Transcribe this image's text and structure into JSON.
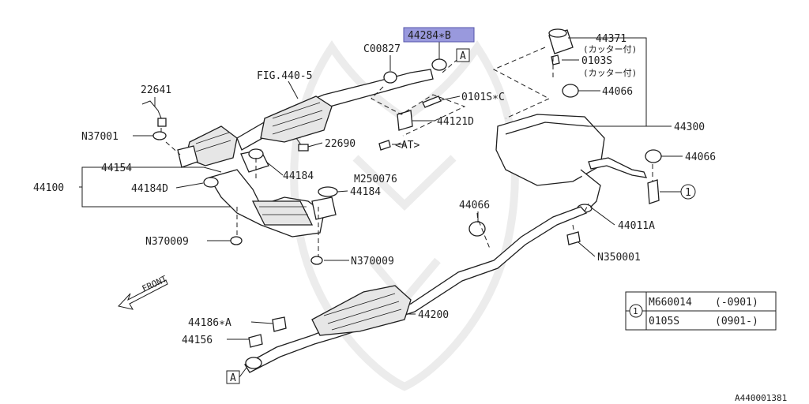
{
  "highlight_color": "#9999dd",
  "labels": {
    "p44284b": "44284∗B",
    "c00827": "C00827",
    "fig440": "FIG.440-5",
    "p22641": "22641",
    "n37001": "N37001",
    "p44154": "44154",
    "p44100": "44100",
    "p44184d": "44184D",
    "p44184a": "44184",
    "p44184b": "44184",
    "p22690": "22690",
    "p0101s": "0101S∗C",
    "p44121d": "44121D",
    "at": "<AT>",
    "m250076": "M250076",
    "n370009a": "N370009",
    "n370009b": "N370009",
    "p44371": "44371",
    "cutter1": "(カッター付)",
    "p0103s": "0103S",
    "cutter2": "(カッター付)",
    "p44066a": "44066",
    "p44300": "44300",
    "p44066b": "44066",
    "p44066c": "44066",
    "p44011a": "44011A",
    "n350001": "N350001",
    "p44200": "44200",
    "p44186a": "44186∗A",
    "p44156": "44156",
    "front": "FRONT",
    "ref_a": "A",
    "circle_1": "1",
    "diagram_id": "A440001381"
  },
  "legend": {
    "marker": "1",
    "rows": [
      {
        "part": "M660014",
        "range": "(-0901)"
      },
      {
        "part": "0105S",
        "range": "(0901-)"
      }
    ]
  }
}
